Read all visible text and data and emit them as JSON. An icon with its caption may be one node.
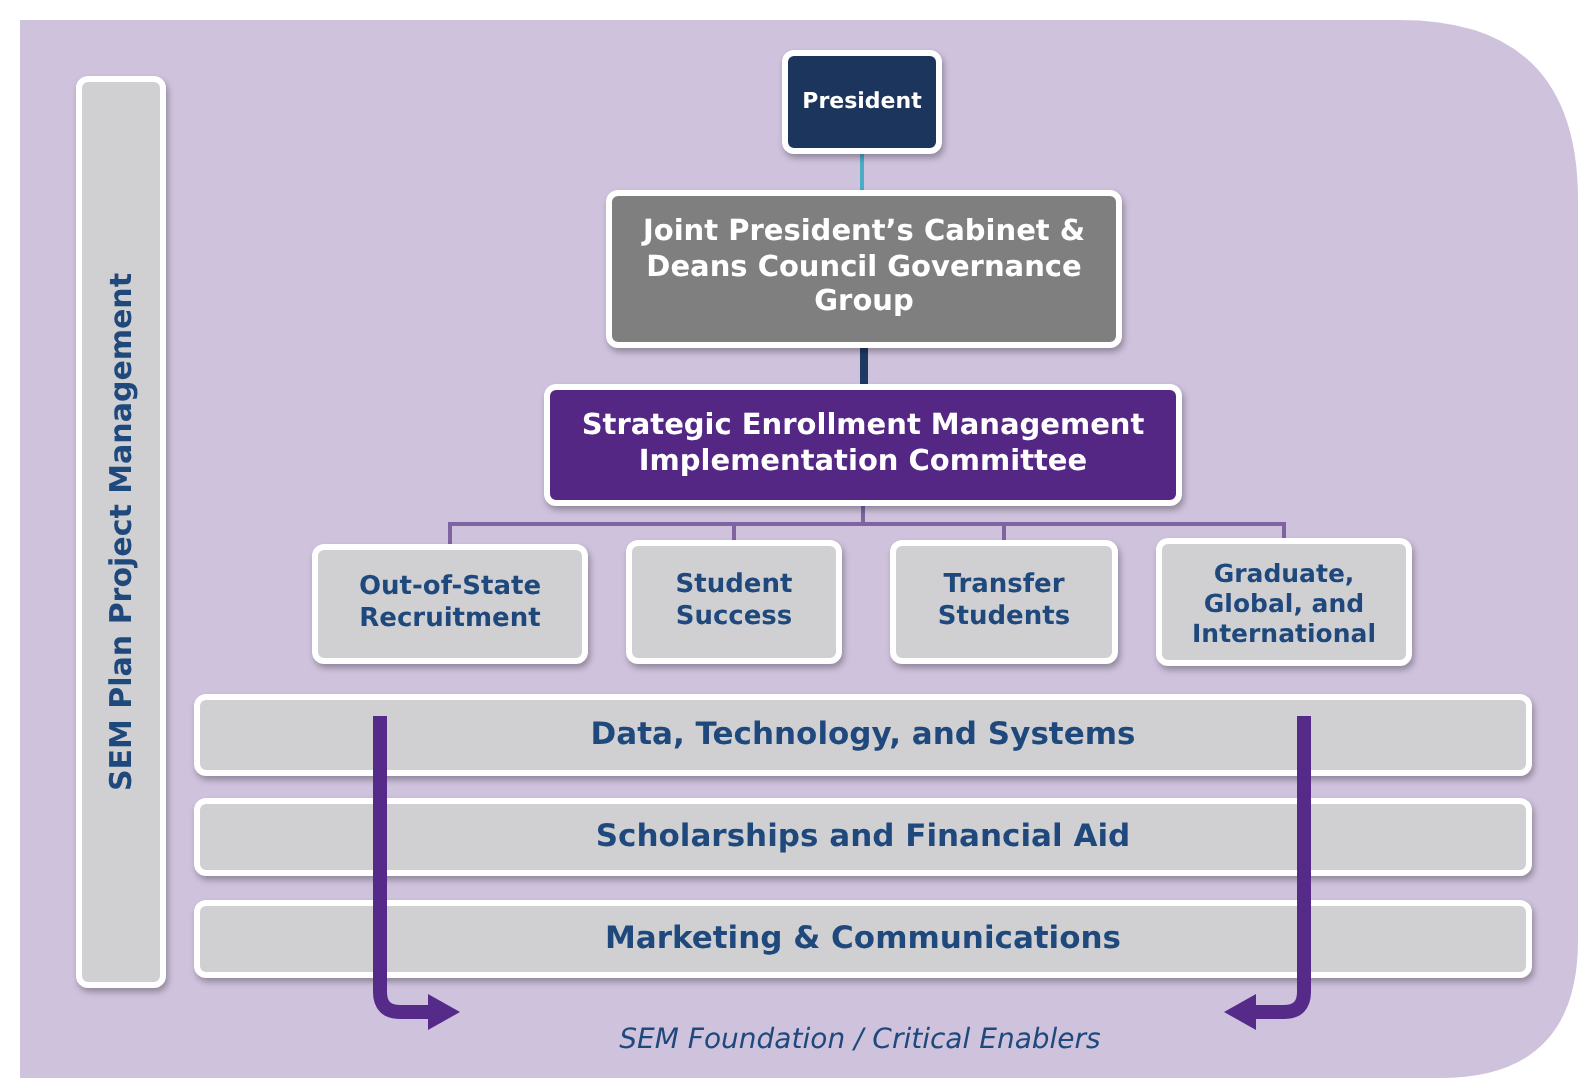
{
  "diagram": {
    "nodes": [
      {
        "text": [
          "SEM Plan Project Management"
        ]
      },
      {
        "text": [
          "President"
        ]
      },
      {
        "text": [
          "Joint President’s Cabinet & Deans Council Governance Group"
        ]
      },
      {
        "text": [
          "Strategic Enrollment Management Implementation Committee"
        ]
      },
      {
        "text": [
          "Out-of-State Recruitment"
        ]
      },
      {
        "text": [
          "Student Success"
        ]
      },
      {
        "text": [
          "Transfer Students"
        ]
      },
      {
        "text": [
          "Graduate, Global, and International"
        ]
      },
      {
        "text": [
          "Data, Technology, and Systems"
        ]
      },
      {
        "text": [
          "Scholarships and Financial Aid"
        ]
      },
      {
        "text": [
          "Marketing & Communications"
        ]
      }
    ],
    "edges": [
      {
        "from": 1,
        "to": 2,
        "arrow": "none",
        "color": "#4bacc6"
      },
      {
        "from": 2,
        "to": 3,
        "arrow": "none",
        "style": "thick",
        "color": "#1f3864"
      },
      {
        "from": 3,
        "to": 4,
        "arrow": "none"
      },
      {
        "from": 3,
        "to": 5,
        "arrow": "none"
      },
      {
        "from": 3,
        "to": 6,
        "arrow": "none"
      },
      {
        "from": 3,
        "to": 7,
        "arrow": "none"
      }
    ],
    "labels": [
      "SEM Foundation / Critical Enablers"
    ]
  }
}
